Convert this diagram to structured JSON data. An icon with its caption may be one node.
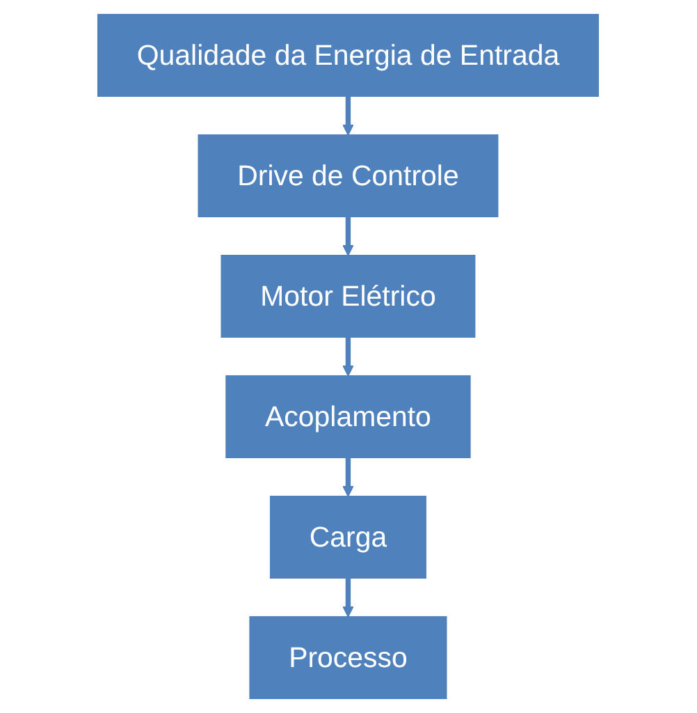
{
  "diagram": {
    "nodes": [
      {
        "text": [
          "Qualidade da Energia de Entrada"
        ]
      },
      {
        "text": [
          "Drive de Controle"
        ]
      },
      {
        "text": [
          "Motor Elétrico"
        ]
      },
      {
        "text": [
          "Acoplamento"
        ]
      },
      {
        "text": [
          "Carga"
        ]
      },
      {
        "text": [
          "Processo"
        ]
      }
    ],
    "edges": [
      {
        "from": 0,
        "to": 1,
        "arrow": "to"
      },
      {
        "from": 1,
        "to": 2,
        "arrow": "to"
      },
      {
        "from": 2,
        "to": 3,
        "arrow": "to"
      },
      {
        "from": 3,
        "to": 4,
        "arrow": "to"
      },
      {
        "from": 4,
        "to": 5,
        "arrow": "to"
      }
    ]
  }
}
